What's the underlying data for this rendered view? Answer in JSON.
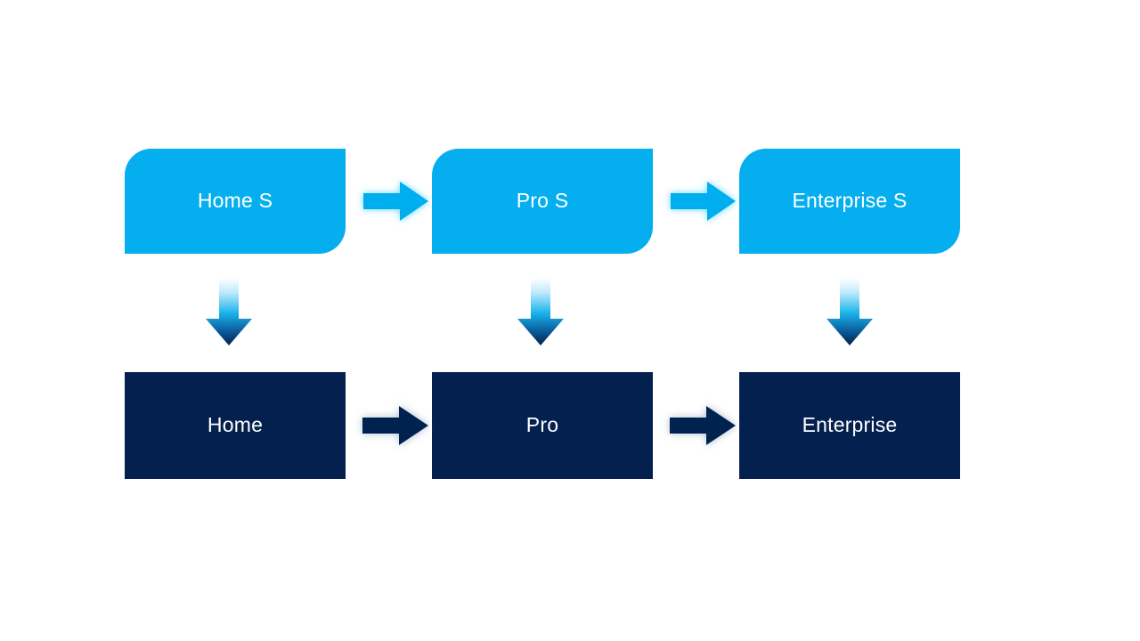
{
  "diagram": {
    "type": "process-flow",
    "title": "",
    "background_color": "#ffffff",
    "palette": {
      "accent_light_blue": "#04aeef",
      "accent_navy": "#04204f",
      "text_on_fill": "#ffffff",
      "arrow_glow_light": "#8fe3ff",
      "arrow_glow_navy": "#c3cddd",
      "down_arrow_gradient_top": "#ffffff",
      "down_arrow_gradient_mid": "#13b5ea",
      "down_arrow_gradient_bottom": "#042a63"
    },
    "rows": [
      {
        "id": "row-service",
        "style": "rounded-diagonal-corner",
        "fill": "#04aeef",
        "nodes": [
          {
            "id": "home-s",
            "label": "Home S"
          },
          {
            "id": "pro-s",
            "label": "Pro S"
          },
          {
            "id": "enterprise-s",
            "label": "Enterprise S"
          }
        ],
        "connectors": [
          {
            "id": "home-s-to-pro-s",
            "direction": "right",
            "fill": "#04aeef"
          },
          {
            "id": "pro-s-to-enterprise-s",
            "direction": "right",
            "fill": "#04aeef"
          }
        ]
      },
      {
        "id": "row-product",
        "style": "square-corner",
        "fill": "#04204f",
        "nodes": [
          {
            "id": "home",
            "label": "Home"
          },
          {
            "id": "pro",
            "label": "Pro"
          },
          {
            "id": "enterprise",
            "label": "Enterprise"
          }
        ],
        "connectors": [
          {
            "id": "home-to-pro",
            "direction": "right",
            "fill": "#04204f"
          },
          {
            "id": "pro-to-enterprise",
            "direction": "right",
            "fill": "#04204f"
          }
        ]
      }
    ],
    "vertical_connectors": [
      {
        "id": "home-s-to-home",
        "direction": "down"
      },
      {
        "id": "pro-s-to-pro",
        "direction": "down"
      },
      {
        "id": "enterprise-s-to-enterprise",
        "direction": "down"
      }
    ]
  }
}
